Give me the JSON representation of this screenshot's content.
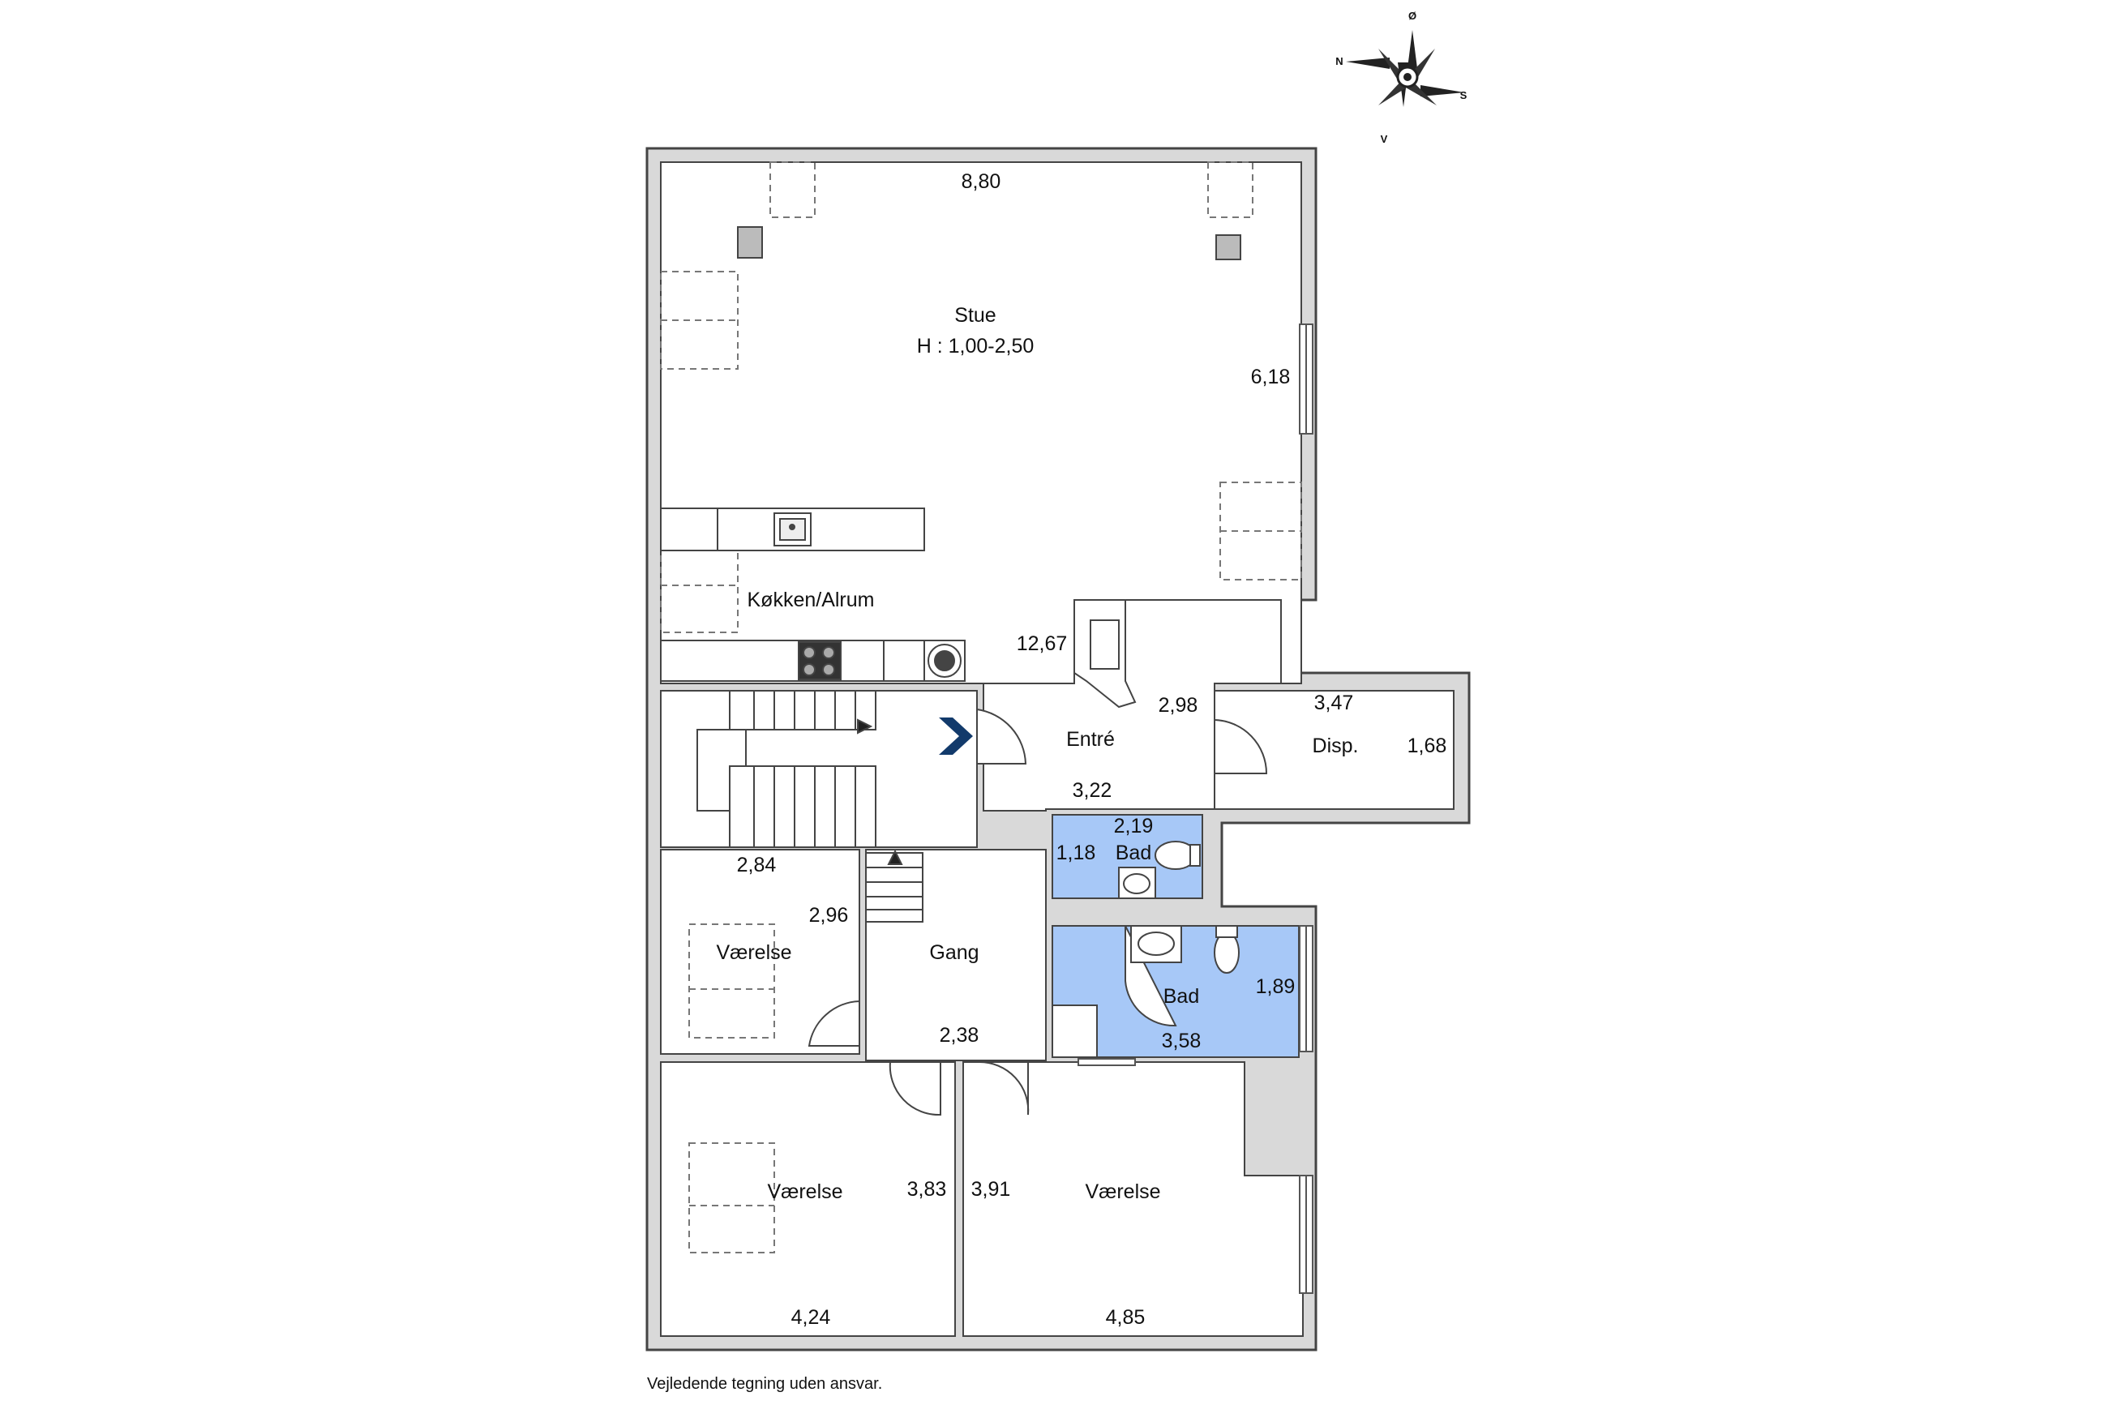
{
  "colors": {
    "wall": "#d9d9d9",
    "wall_outline": "#444444",
    "bathroom": "#a7c8f7",
    "door_marker": "#123a6b",
    "dashed": "#777777"
  },
  "compass": {
    "north": "N",
    "east": "Ø",
    "south": "S",
    "west": "V"
  },
  "rooms": {
    "stue": {
      "name": "Stue",
      "height": "H : 1,00-2,50"
    },
    "kitchen": {
      "name": "Køkken/Alrum"
    },
    "entre": {
      "name": "Entré"
    },
    "disp": {
      "name": "Disp."
    },
    "bad_small": {
      "name": "Bad"
    },
    "bad_large": {
      "name": "Bad"
    },
    "gang": {
      "name": "Gang"
    },
    "vaerelse_top_left": {
      "name": "Værelse"
    },
    "vaerelse_bottom_left": {
      "name": "Værelse"
    },
    "vaerelse_bottom_right": {
      "name": "Værelse"
    }
  },
  "dimensions": {
    "stue_width": "8,80",
    "stue_depth": "6,18",
    "kitchen_length": "12,67",
    "entre_width": "2,98",
    "entre_depth": "3,22",
    "disp_width": "3,47",
    "disp_depth": "1,68",
    "bad_small_width": "2,19",
    "bad_small_depth": "1,18",
    "bad_large_width": "3,58",
    "bad_large_depth": "1,89",
    "vaerelse_tl_width": "2,84",
    "vaerelse_tl_depth": "2,96",
    "gang_length": "2,38",
    "vaerelse_bl_depth": "3,83",
    "vaerelse_bl_width": "4,24",
    "vaerelse_br_depth": "3,91",
    "vaerelse_br_width": "4,85"
  },
  "disclaimer": "Vejledende tegning uden ansvar."
}
